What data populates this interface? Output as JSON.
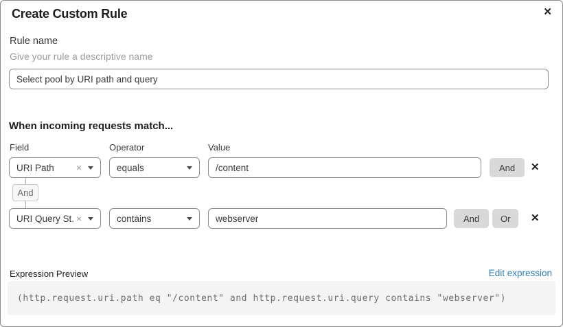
{
  "dialog": {
    "title": "Create Custom Rule"
  },
  "icons": {
    "close": "✕",
    "remove_row": "✕",
    "clear_selection": "×",
    "chevron_down": "▼"
  },
  "rule_name": {
    "label": "Rule name",
    "hint": "Give your rule a descriptive name",
    "value": "Select pool by URI path and query"
  },
  "match_section": {
    "heading": "When incoming requests match...",
    "columns": {
      "field": "Field",
      "operator": "Operator",
      "value": "Value"
    },
    "rows": [
      {
        "field": "URI Path",
        "operator": "equals",
        "value": "/content"
      },
      {
        "field": "URI Query St...",
        "operator": "contains",
        "value": "webserver"
      }
    ],
    "and_button": "And",
    "or_button": "Or",
    "connector_label": "And"
  },
  "expression": {
    "label": "Expression Preview",
    "edit_link": "Edit expression",
    "code": "(http.request.uri.path eq \"/content\" and http.request.uri.query contains \"webserver\")"
  },
  "colors": {
    "dialog_border": "#898989",
    "input_border": "#8c8c8c",
    "logic_button_bg": "#d9d9d9",
    "connector_chip_bg": "#f7f7f7",
    "code_block_bg": "#f4f4f4",
    "link_blue": "#2f7cb6",
    "hint_gray": "#9b9b9b"
  }
}
